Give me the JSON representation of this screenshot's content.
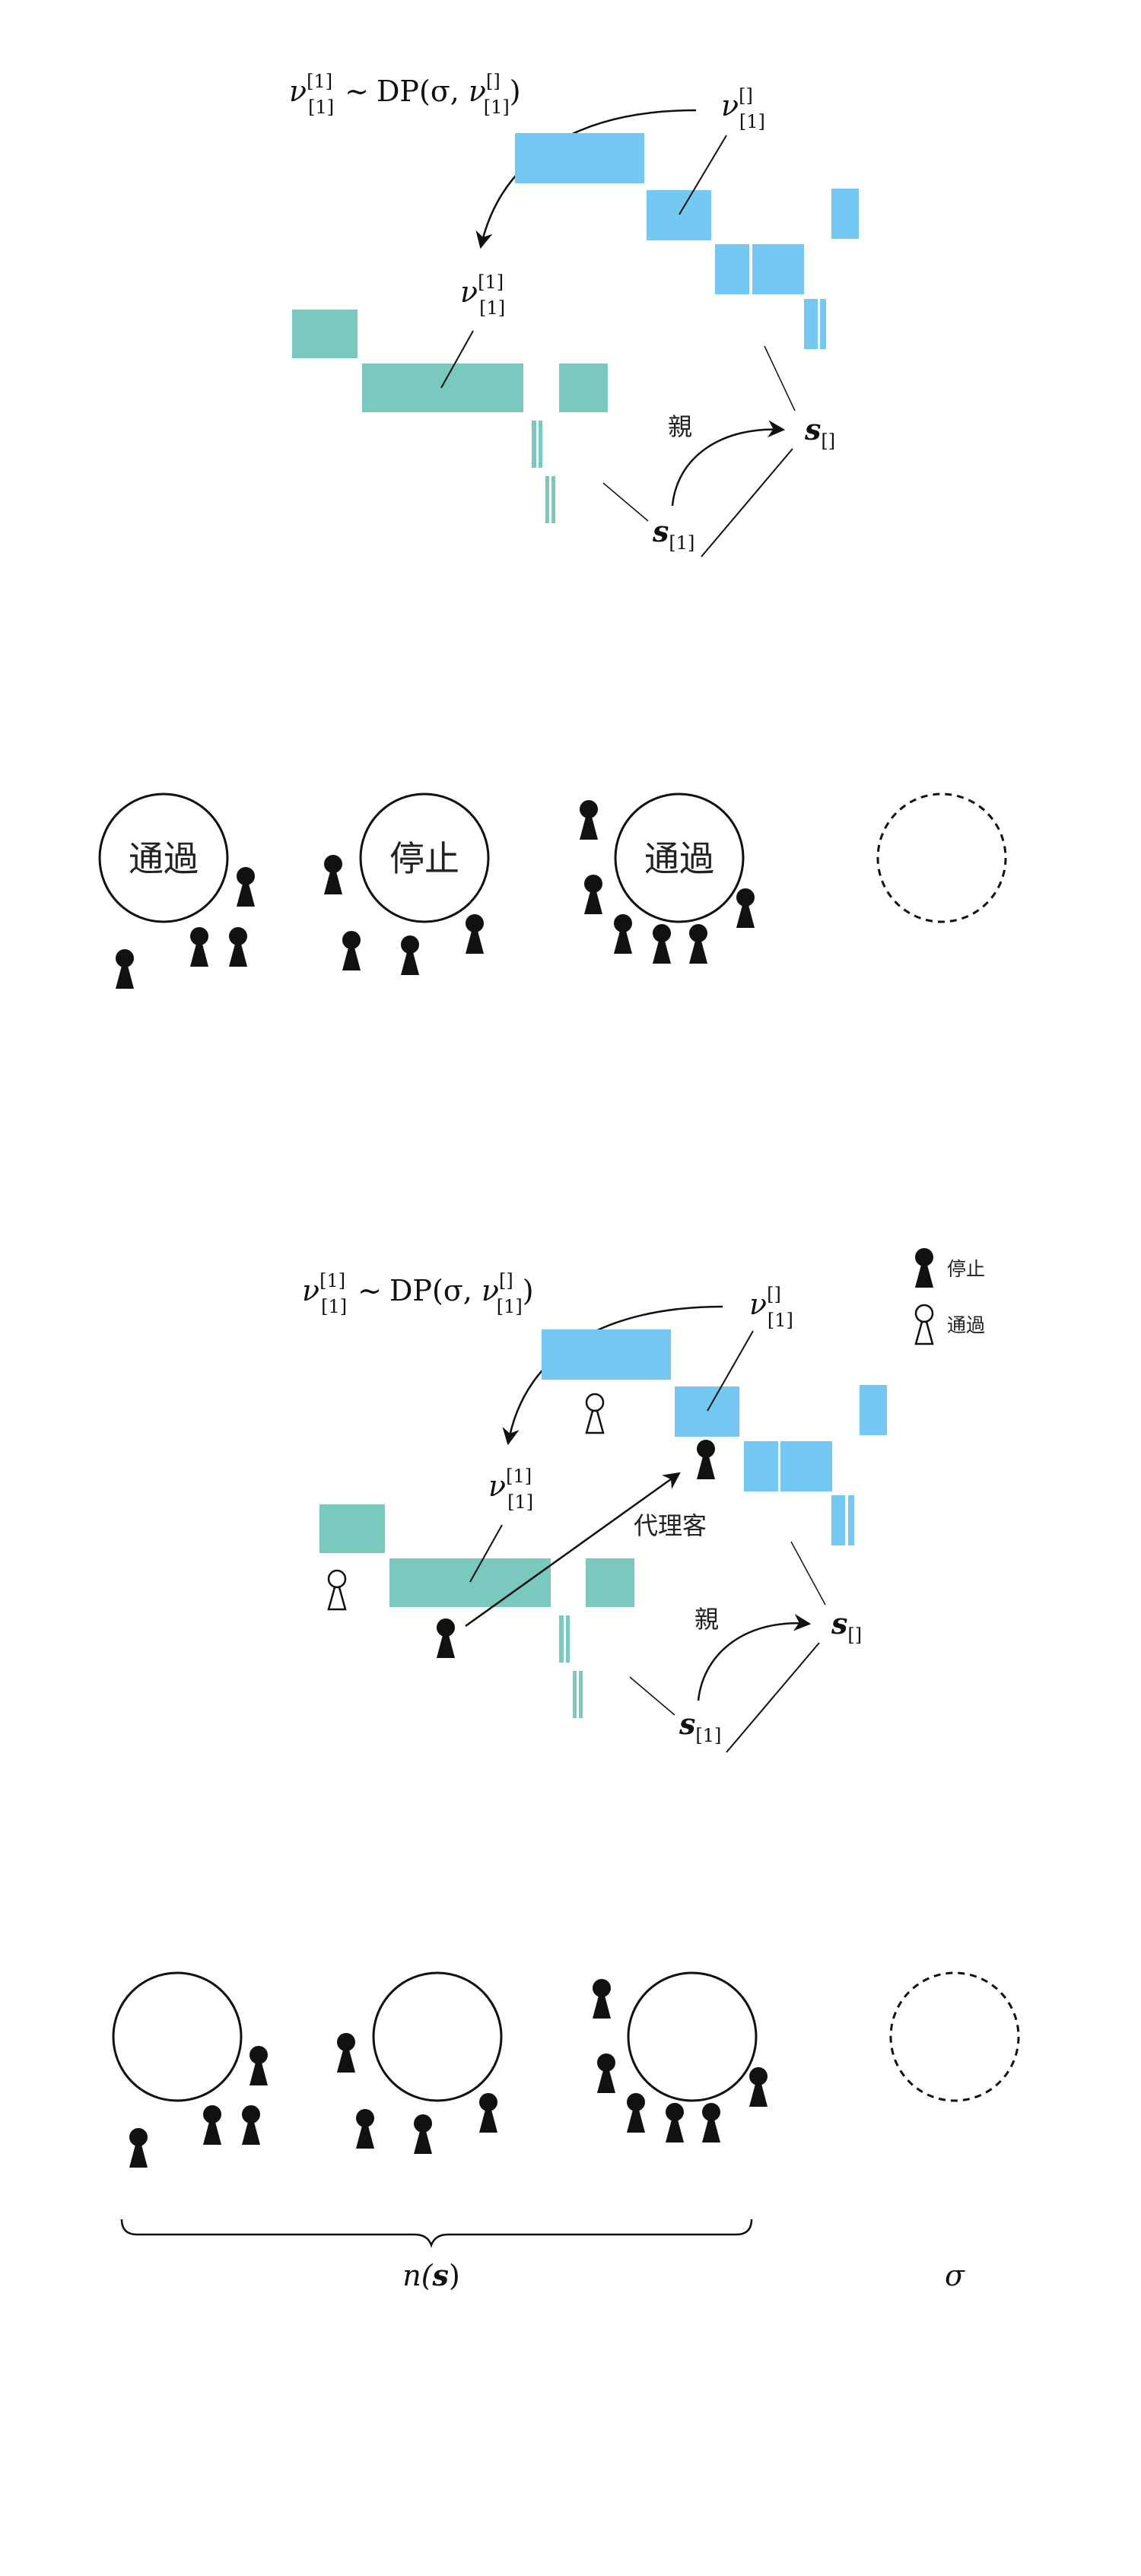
{
  "colors": {
    "parent_blocks": "#73c9f2",
    "child_blocks": "#79c9bf",
    "ink": "#111111"
  },
  "figure_top": {
    "dp_formula": {
      "nu": "ν",
      "sup": "[1]",
      "sub": "[1]",
      "tilde": "∼",
      "dp": "DP(σ, ",
      "nu2": "ν",
      "sup2": "[]",
      "sub2": "[1]",
      "close": ")"
    },
    "parent_measure": {
      "nu": "ν",
      "sup": "[]",
      "sub": "[1]"
    },
    "child_measure": {
      "nu": "ν",
      "sup": "[1]",
      "sub": "[1]"
    },
    "parent_node": {
      "s": "s",
      "sub": "[]"
    },
    "child_node": {
      "s": "s",
      "sub": "[1]"
    },
    "parent_edge_label": "親"
  },
  "restaurant_top": {
    "tables": [
      {
        "label": "通過"
      },
      {
        "label": "停止"
      },
      {
        "label": "通過"
      },
      {
        "label": ""
      }
    ]
  },
  "figure_bottom": {
    "dp_formula": {
      "nu": "ν",
      "sup": "[1]",
      "sub": "[1]",
      "tilde": "∼",
      "dp": "DP(σ, ",
      "nu2": "ν",
      "sup2": "[]",
      "sub2": "[1]",
      "close": ")"
    },
    "parent_measure": {
      "nu": "ν",
      "sup": "[]",
      "sub": "[1]"
    },
    "child_measure": {
      "nu": "ν",
      "sup": "[1]",
      "sub": "[1]"
    },
    "parent_node": {
      "s": "s",
      "sub": "[]"
    },
    "child_node": {
      "s": "s",
      "sub": "[1]"
    },
    "parent_edge_label": "親",
    "proxy_label": "代理客",
    "legend": [
      {
        "label": "停止",
        "icon": "filled-customer-icon"
      },
      {
        "label": "通過",
        "icon": "hollow-customer-icon"
      }
    ]
  },
  "restaurant_bottom": {
    "tables": [
      {
        "label": ""
      },
      {
        "label": ""
      },
      {
        "label": ""
      },
      {
        "label": ""
      }
    ],
    "brace_label": {
      "n": "n(",
      "s": "s",
      "close": ")"
    },
    "sigma_label": "σ"
  }
}
